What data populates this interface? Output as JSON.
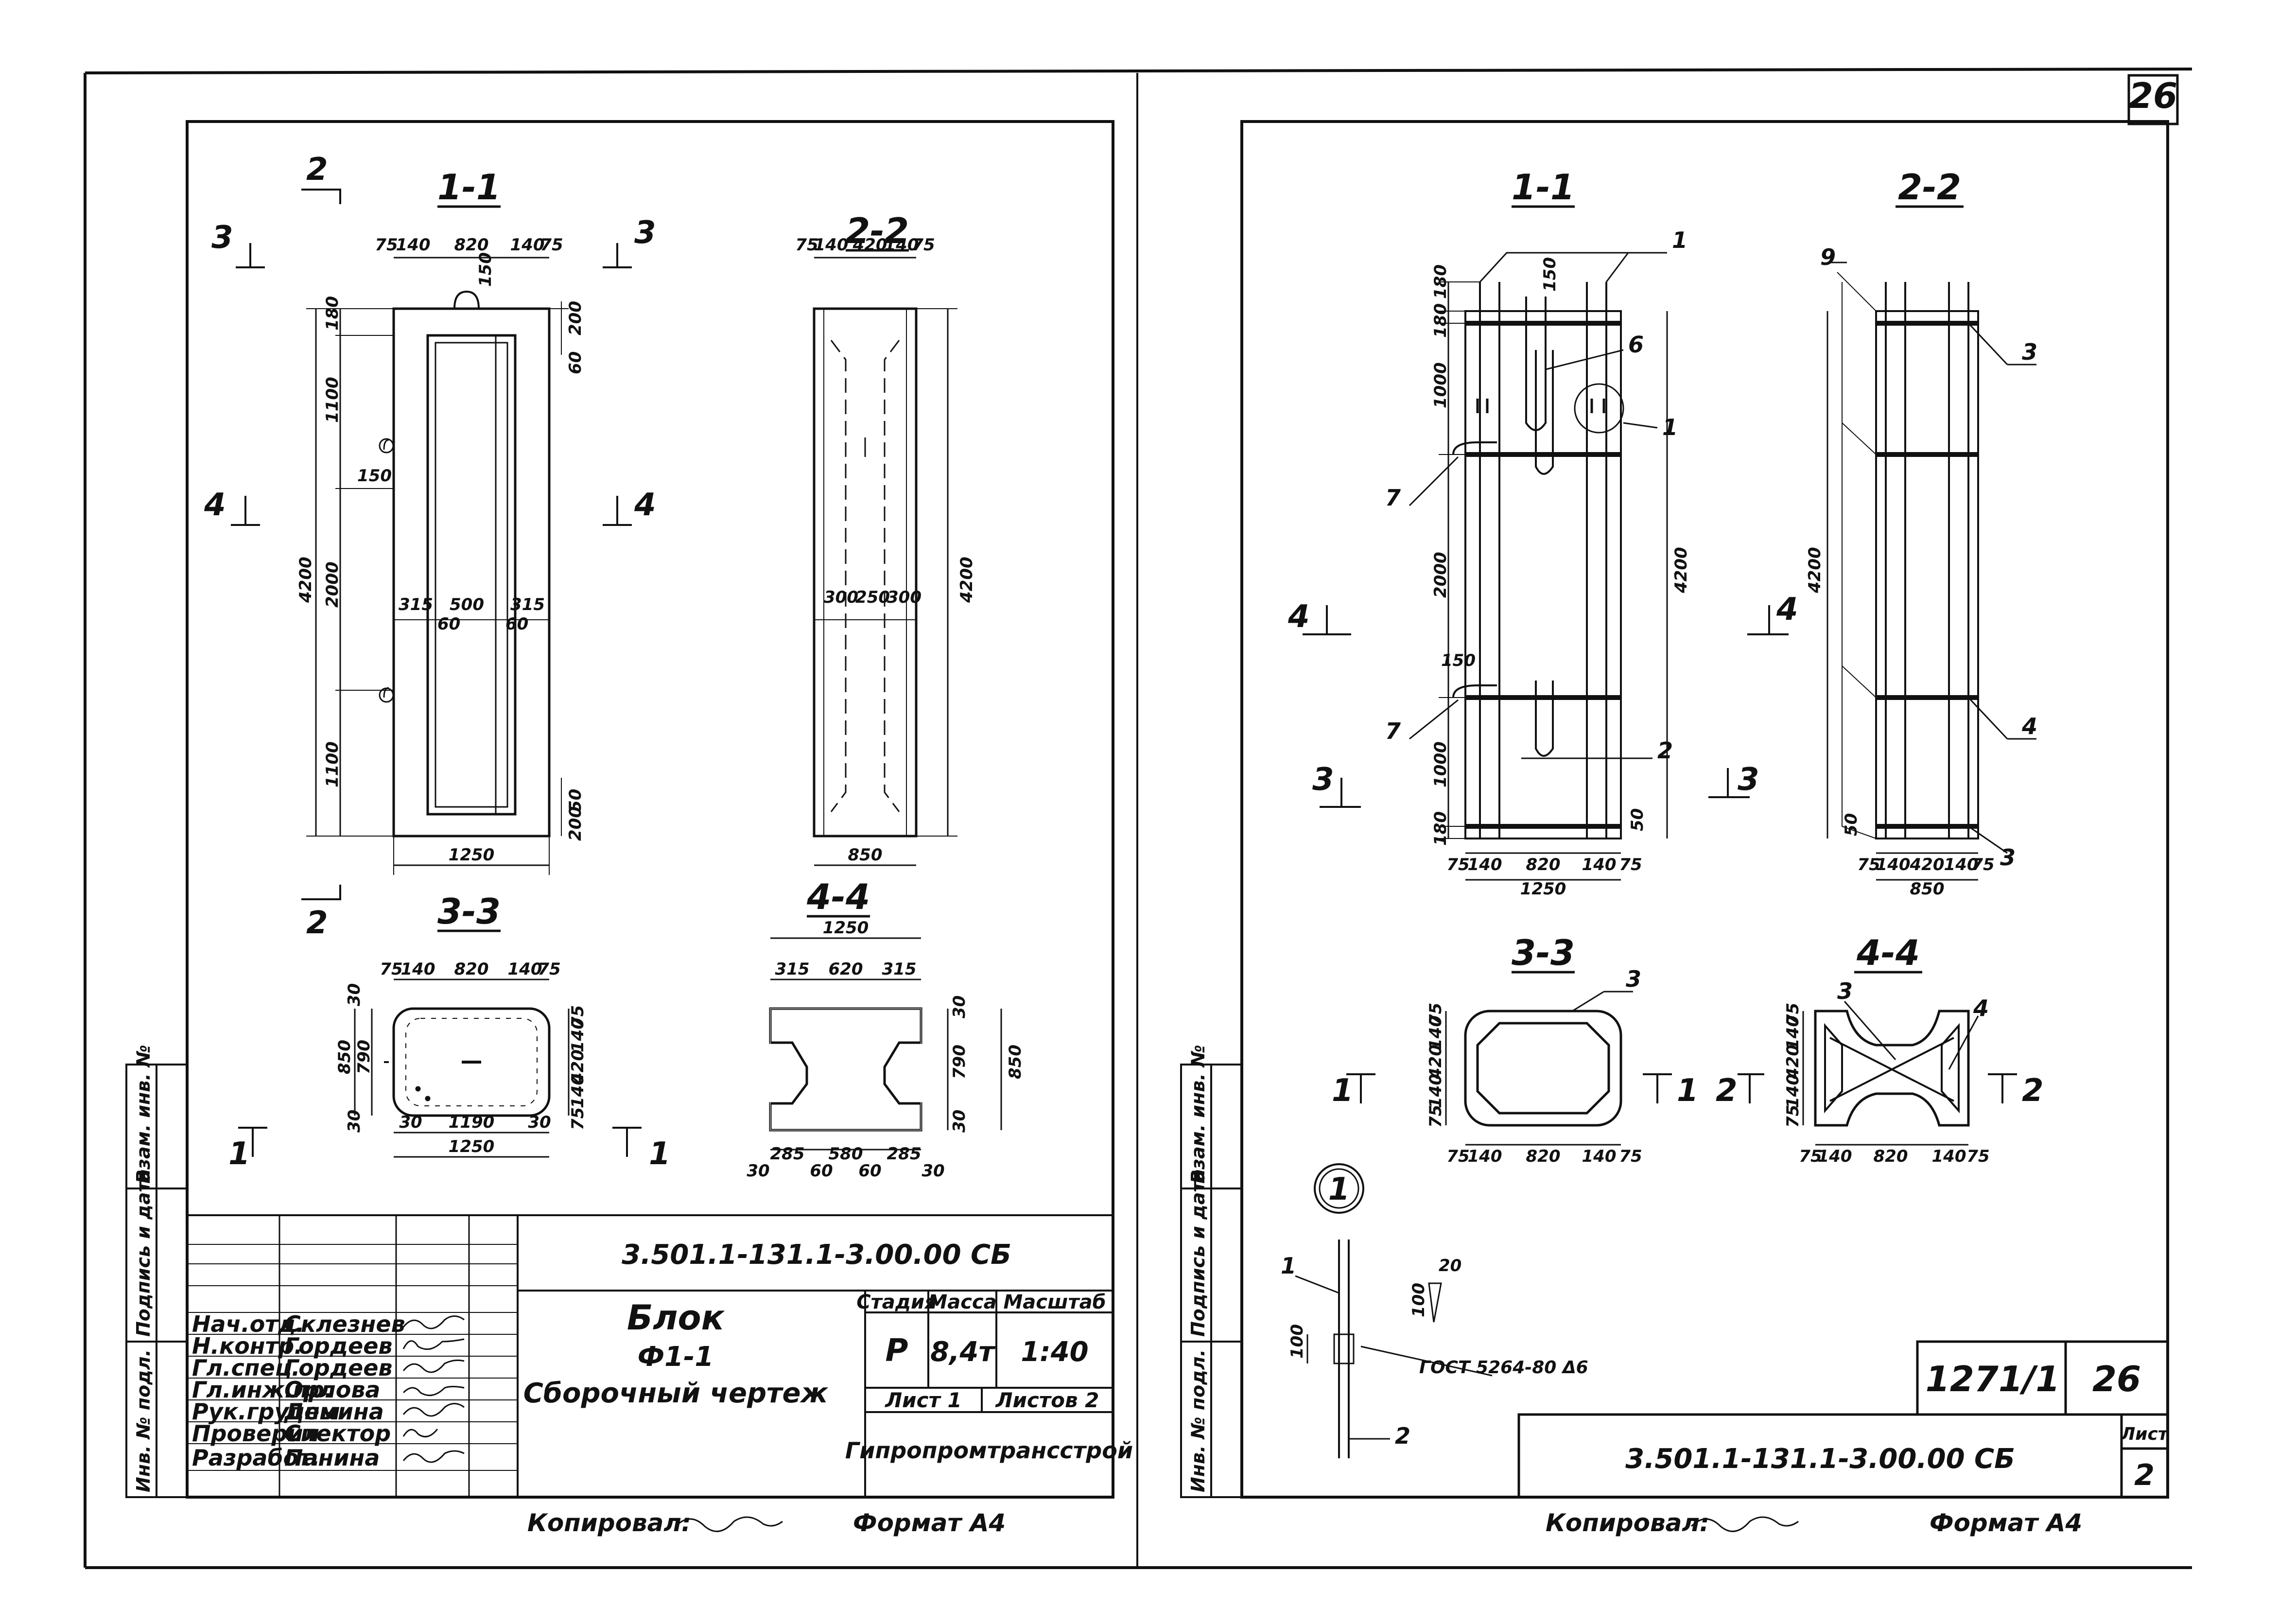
{
  "page_number": "26",
  "left_sheet": {
    "sections": {
      "s11": "1-1",
      "s22": "2-2",
      "s33": "3-3",
      "s44": "4-4"
    },
    "cut_marks": {
      "c2": "2",
      "c3": "3",
      "c4": "4",
      "c1": "1"
    },
    "dims_11": {
      "top": [
        "75",
        "140",
        "820",
        "140",
        "75"
      ],
      "left": [
        "180",
        "1100",
        "2000",
        "1100"
      ],
      "overall": "4200",
      "mid": [
        "315",
        "500",
        "315"
      ],
      "mid2": [
        "60",
        "60"
      ],
      "bottom": "1250",
      "right": [
        "200",
        "60",
        "50",
        "200"
      ],
      "detail": "150",
      "loop": "150"
    },
    "dims_22": {
      "top": [
        "75",
        "140",
        "420",
        "140",
        "75"
      ],
      "mid": [
        "300",
        "250",
        "300"
      ],
      "overall": "4200",
      "bottom": "850"
    },
    "dims_33": {
      "top": [
        "75",
        "140",
        "820",
        "140",
        "75"
      ],
      "left": [
        "30",
        "790",
        "850",
        "30"
      ],
      "right": [
        "75",
        "140",
        "420",
        "140",
        "75"
      ],
      "bottom1": [
        "30",
        "1190",
        "30"
      ],
      "bottom2": "1250"
    },
    "dims_44": {
      "top1": "1250",
      "top2": [
        "315",
        "620",
        "315"
      ],
      "right": [
        "30",
        "790",
        "30",
        "850"
      ],
      "bottom": [
        "30",
        "285",
        "580",
        "285",
        "30"
      ],
      "bottom2": [
        "60",
        "60"
      ]
    },
    "side_stamp": [
      "Взам. инв. №",
      "Подпись и дата",
      "Инв. № подл."
    ],
    "title_block": {
      "doc_code": "3.501.1-131.1-3.00.00 СБ",
      "name1": "Блок",
      "name2": "Ф1-1",
      "name3": "Сборочный чертеж",
      "headers": [
        "Стадия",
        "Масса",
        "Масштаб"
      ],
      "values": [
        "Р",
        "8,4т",
        "1:40"
      ],
      "sheet": "Лист 1",
      "sheets": "Листов 2",
      "org": "Гипропромтрансстрой",
      "roles": [
        "Нач.отд.",
        "Н.контр.",
        "Гл.спец.",
        "Гл.инж.пр.",
        "Рук.группы",
        "Проверил",
        "Разработ."
      ],
      "people": [
        "Склезнев",
        "Гордеев",
        "Гордеев",
        "Орлова",
        "Демина",
        "Спектор",
        "Панина"
      ]
    },
    "copied": "Копировал:",
    "format": "Формат А4"
  },
  "right_sheet": {
    "sections": {
      "s11": "1-1",
      "s22": "2-2",
      "s33": "3-3",
      "s44": "4-4"
    },
    "cut_marks": {
      "c1": "1",
      "c2": "2",
      "c3": "3",
      "c4": "4"
    },
    "callouts": [
      "1",
      "6",
      "1",
      "7",
      "7",
      "2",
      "9",
      "3",
      "3",
      "4",
      "3",
      "3",
      "4",
      "1",
      "2"
    ],
    "dims_11": {
      "left": [
        "180",
        "180",
        "1000",
        "2000",
        "1000",
        "180"
      ],
      "overall": "4200",
      "bottom": [
        "75",
        "140",
        "820",
        "140",
        "75"
      ],
      "bottom2": "1250",
      "loop": "150",
      "small": "50",
      "detail": "150"
    },
    "dims_22": {
      "overall": "4200",
      "bottom": [
        "75",
        "140",
        "420",
        "140",
        "75"
      ],
      "bottom2": "850",
      "small": "50"
    },
    "dims_33": {
      "left": [
        "75",
        "140",
        "420",
        "140",
        "75"
      ],
      "bottom": [
        "75",
        "140",
        "820",
        "140",
        "75"
      ]
    },
    "dims_44": {
      "left": [
        "75",
        "140",
        "420",
        "140",
        "75"
      ],
      "bottom": [
        "75",
        "140",
        "820",
        "140",
        "75"
      ]
    },
    "detail_mark": "1",
    "detail_dims": [
      "20",
      "100",
      "100"
    ],
    "weld_note": "ГОСТ 5264-80 Δ6",
    "archive_no": "1271/1",
    "archive_page": "26",
    "doc_code": "3.501.1-131.1-3.00.00 СБ",
    "list_label": "Лист",
    "list_no": "2",
    "side_stamp": [
      "Взам. инв. №",
      "Подпись и дата",
      "Инв. № подл."
    ],
    "copied": "Копировал:",
    "format": "Формат А4"
  },
  "colors": {
    "ink": "#111111",
    "paper": "#ffffff"
  }
}
